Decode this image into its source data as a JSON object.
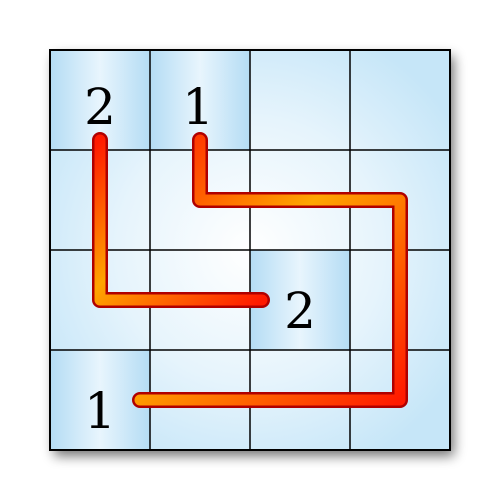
{
  "puzzle": {
    "rows": 4,
    "cols": 4,
    "clues": [
      {
        "id": "clue-r0c0",
        "row": 0,
        "col": 0,
        "value": "2",
        "shaded": true
      },
      {
        "id": "clue-r0c1",
        "row": 0,
        "col": 1,
        "value": "1",
        "shaded": true
      },
      {
        "id": "clue-r2c2",
        "row": 2,
        "col": 2,
        "value": "2",
        "shaded": true
      },
      {
        "id": "clue-r3c0",
        "row": 3,
        "col": 0,
        "value": "1",
        "shaded": true
      }
    ],
    "paths": [
      {
        "name": "path-from-2-r0c0",
        "points": [
          [
            0,
            0
          ],
          [
            0,
            1
          ],
          [
            0,
            2
          ],
          [
            1,
            2
          ],
          [
            2,
            2
          ]
        ]
      },
      {
        "name": "path-from-1-r0c1",
        "points": [
          [
            1,
            0
          ],
          [
            1,
            1
          ],
          [
            2,
            1
          ],
          [
            3,
            1
          ],
          [
            3,
            2
          ],
          [
            3,
            3
          ],
          [
            2,
            3
          ],
          [
            1,
            3
          ],
          [
            0,
            3
          ]
        ]
      }
    ]
  },
  "colors": {
    "cell_light": "#e6f4fc",
    "cell_mid": "#c6e6f8",
    "cell_shaded_edge": "#b4dcf4",
    "grid_line": "#000000",
    "path_red": "#ff1a00",
    "path_orange": "#ffa500",
    "path_outline": "#b00000"
  }
}
